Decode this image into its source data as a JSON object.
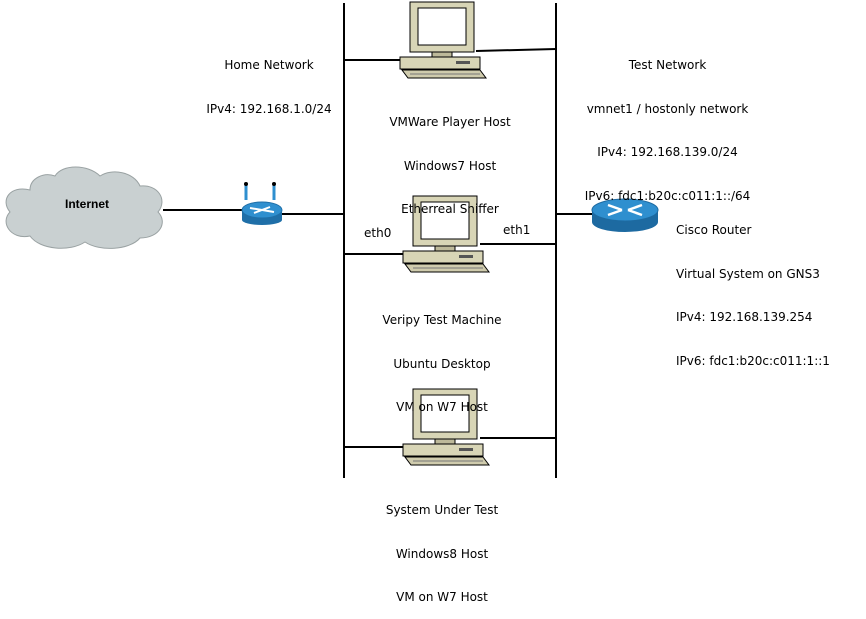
{
  "home_network": {
    "name": "Home Network",
    "ipv4": "IPv4: 192.168.1.0/24"
  },
  "test_network": {
    "name": "Test Network",
    "type": "vmnet1 / hostonly network",
    "ipv4": "IPv4: 192.168.139.0/24",
    "ipv6": "IPv6: fdc1:b20c:c011:1::/64"
  },
  "internet": {
    "label": "Internet"
  },
  "vmware_host": {
    "line1": "VMWare Player Host",
    "line2": "Windows7 Host",
    "line3": "Etherreal Sniffer"
  },
  "veripy_machine": {
    "line1": "Veripy Test Machine",
    "line2": "Ubuntu Desktop",
    "line3": "VM on W7 Host",
    "eth0": "eth0",
    "eth1": "eth1"
  },
  "sut": {
    "line1": "System Under Test",
    "line2": "Windows8 Host",
    "line3": "VM on W7 Host"
  },
  "cisco_router": {
    "line1": "Cisco Router",
    "line2": "Virtual System on GNS3",
    "line3": "IPv4: 192.168.139.254",
    "line4": "IPv6: fdc1:b20c:c011:1::1"
  },
  "colors": {
    "cloud": "#c9d0d1",
    "router_blue": "#2f8fcf",
    "computer_beige": "#d9d6b8",
    "line": "#000000"
  }
}
